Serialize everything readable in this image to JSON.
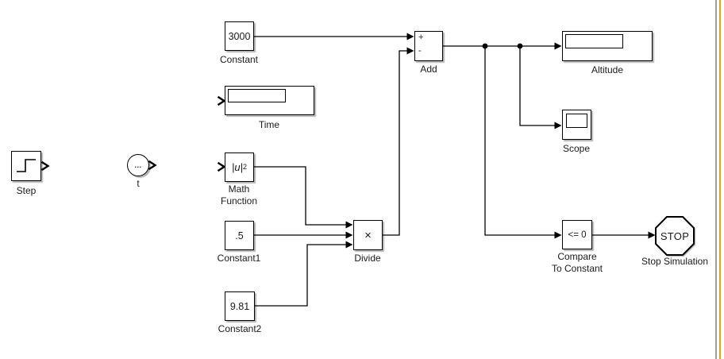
{
  "canvas": {
    "background": "#ffffff",
    "wire_color": "#000000",
    "block_fill": "#ffffff",
    "block_border": "#000000",
    "edge_gray_line_color": "#9e9e9e",
    "edge_gold_line_color": "#e2a321"
  },
  "blocks": {
    "step": {
      "label": "Step",
      "icon": "step-signal-icon"
    },
    "clock": {
      "label": "t",
      "display_text": "..."
    },
    "constant": {
      "label": "Constant",
      "value": "3000"
    },
    "time_display": {
      "label": "Time",
      "value": ""
    },
    "math_function": {
      "label": "Math\nFunction",
      "expression_base": "|u|",
      "expression_exponent": "2"
    },
    "constant1": {
      "label": "Constant1",
      "value": ".5"
    },
    "constant2": {
      "label": "Constant2",
      "value": "9.81"
    },
    "divide": {
      "label": "Divide",
      "operator": "×"
    },
    "add": {
      "label": "Add",
      "port1_sign": "+",
      "port2_sign": "-"
    },
    "altitude_display": {
      "label": "Altitude",
      "value": ""
    },
    "scope": {
      "label": "Scope"
    },
    "compare_to_constant": {
      "label": "Compare\nTo Constant",
      "condition": "<= 0"
    },
    "stop_simulation": {
      "label": "Stop Simulation",
      "text": "STOP"
    }
  }
}
